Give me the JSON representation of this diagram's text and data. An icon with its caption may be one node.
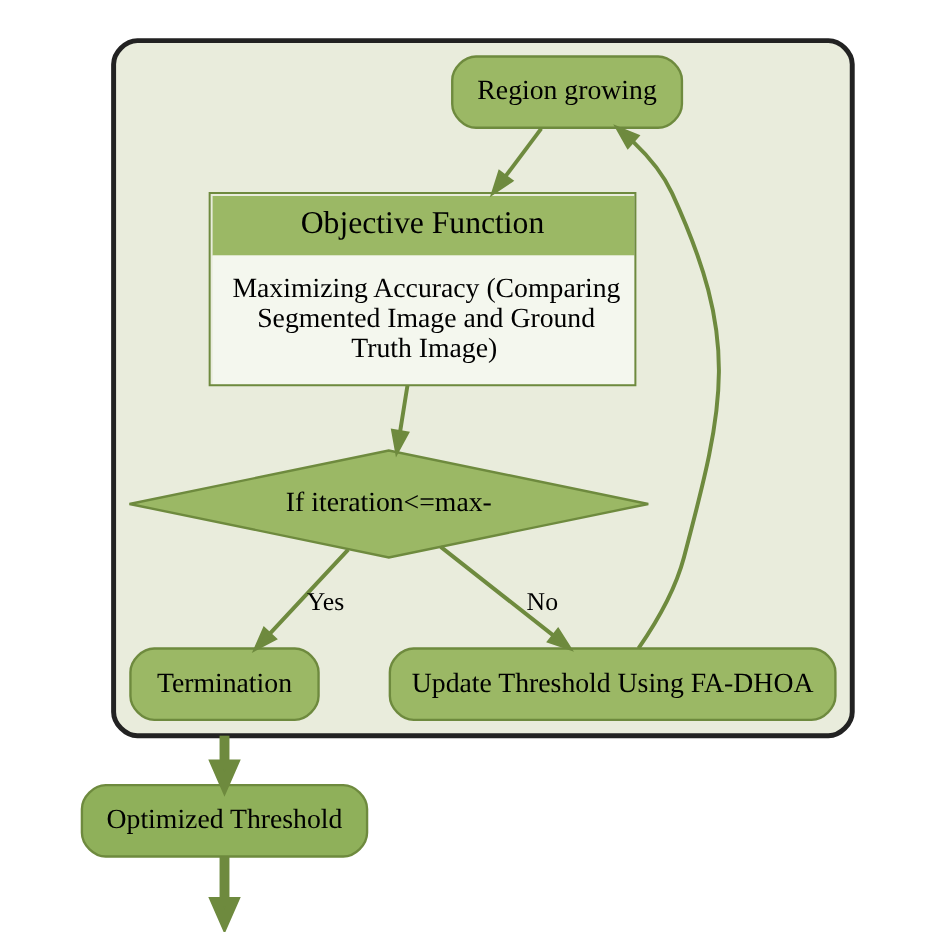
{
  "diagram": {
    "nodes": [
      {
        "text": [],
        "shape": "box"
      },
      {
        "text": [
          "Region growing"
        ],
        "in": 0
      },
      {
        "text": [
          "Objective Function",
          "Maximizing Accuracy (Comparing Segmented Image and Ground Truth Image)"
        ],
        "in": 0
      },
      {
        "text": [
          "Update Threshold Using FA-DHOA"
        ],
        "in": 0
      },
      {
        "text": [
          "If iteration<=max-"
        ],
        "in": 0
      },
      {
        "text": [
          "Termination"
        ],
        "in": 0
      },
      {
        "text": [
          "Optimized Threshold"
        ]
      }
    ],
    "edges": [
      {
        "from": 1,
        "to": 2,
        "arrow": "to"
      },
      {
        "from": 2,
        "to": 4,
        "arrow": "to"
      },
      {
        "from": 4,
        "to": 3,
        "arrow": "to",
        "label": "No"
      },
      {
        "from": 3,
        "to": 1,
        "arrow": "to"
      },
      {
        "from": 4,
        "to": 5,
        "arrow": "to",
        "label": "Yes"
      },
      {
        "from": 0,
        "to": 6,
        "arrow": "to",
        "style": "thick"
      },
      {
        "from": 6,
        "to": null,
        "arrow": "to",
        "style": "thick"
      }
    ]
  }
}
